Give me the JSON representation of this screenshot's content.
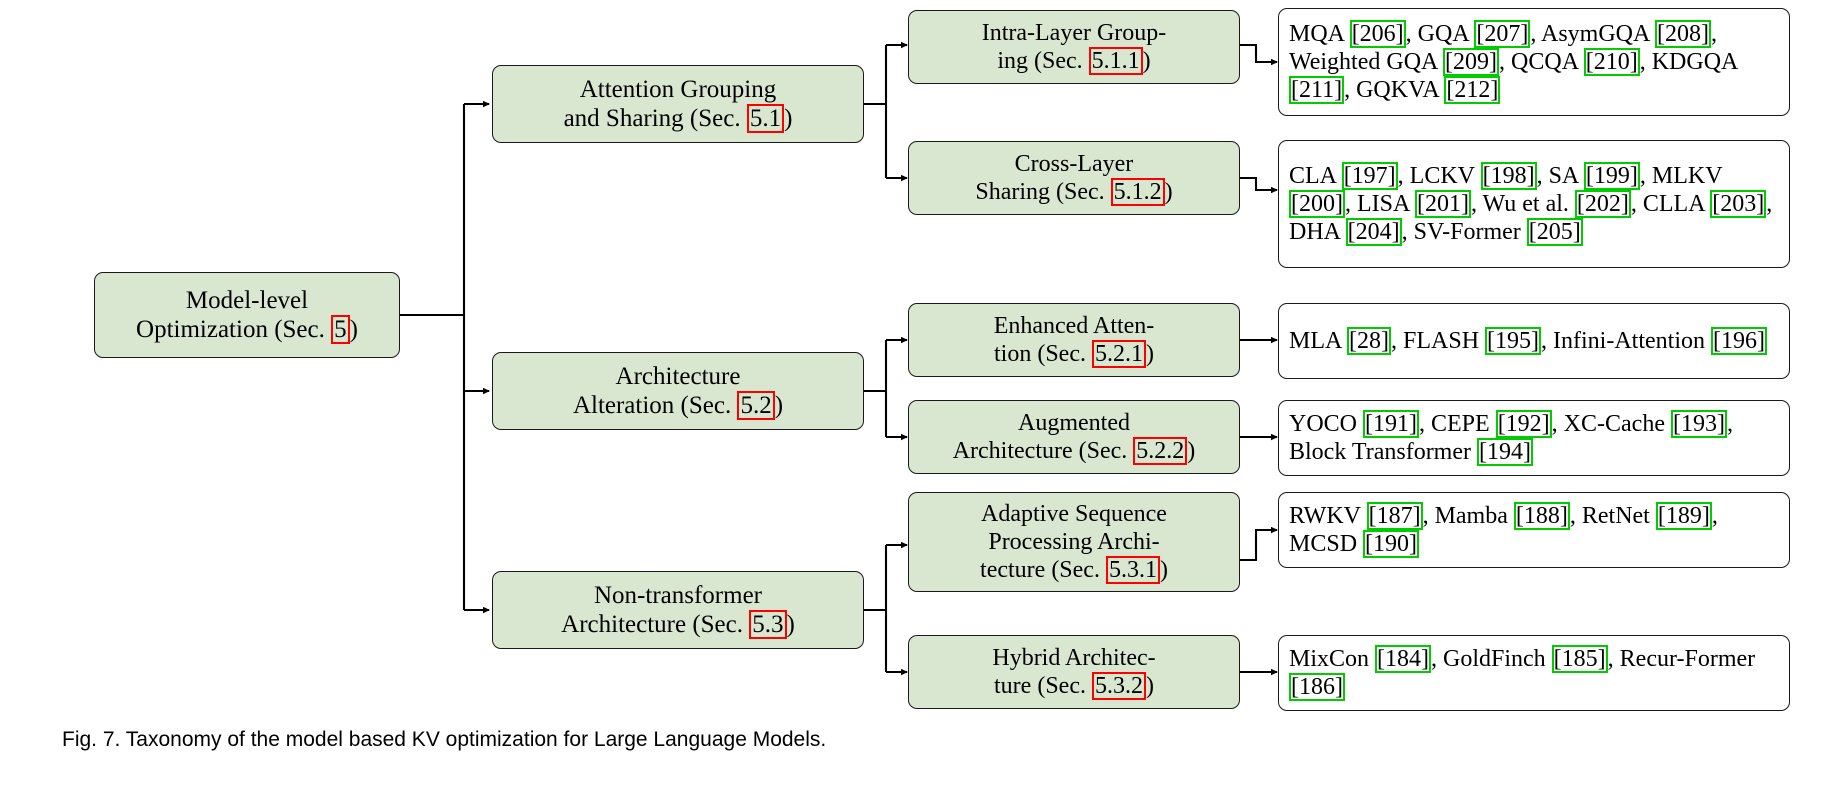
{
  "figure": {
    "caption": "Fig. 7. Taxonomy of the model based KV optimization for Large Language Models.",
    "colors": {
      "node_fill_green": "#d9e7d1",
      "node_fill_white": "#ffffff",
      "node_border": "#1a1a1a",
      "section_highlight": "#ff0000",
      "citation_highlight": "#00cc00",
      "background": "#ffffff"
    }
  },
  "root": {
    "line1": "Model-level",
    "line2_prefix": "Optimization (Sec. ",
    "section": "5",
    "line2_suffix": ")"
  },
  "branches": [
    {
      "id": "attention-grouping-and-sharing",
      "line1": "Attention Grouping",
      "line2_prefix": "and Sharing (Sec. ",
      "section": "5.1",
      "line2_suffix": ")",
      "children": [
        {
          "id": "intra-layer-grouping",
          "line1": "Intra-Layer Group-",
          "line2_prefix": "ing (Sec. ",
          "section": "5.1.1",
          "line2_suffix": ")",
          "leaf": {
            "id": "intra-layer-grouping-methods",
            "tokens": [
              {
                "t": "MQA ",
                "c": null
              },
              {
                "t": "[206]",
                "c": true
              },
              {
                "t": ", GQA ",
                "c": null
              },
              {
                "t": "[207]",
                "c": true
              },
              {
                "t": ", AsymGQA ",
                "c": null
              },
              {
                "t": "[208]",
                "c": true
              },
              {
                "t": ", Weighted GQA ",
                "c": null
              },
              {
                "t": "[209]",
                "c": true
              },
              {
                "t": ", QCQA ",
                "c": null
              },
              {
                "t": "[210]",
                "c": true
              },
              {
                "t": ", KDGQA ",
                "c": null
              },
              {
                "t": "[211]",
                "c": true
              },
              {
                "t": ", GQKVA ",
                "c": null
              },
              {
                "t": "[212]",
                "c": true
              }
            ]
          }
        },
        {
          "id": "cross-layer-sharing",
          "line1": "Cross-Layer",
          "line2_prefix": "Sharing (Sec. ",
          "section": "5.1.2",
          "line2_suffix": ")",
          "leaf": {
            "id": "cross-layer-sharing-methods",
            "tokens": [
              {
                "t": "CLA ",
                "c": null
              },
              {
                "t": "[197]",
                "c": true
              },
              {
                "t": ", LCKV ",
                "c": null
              },
              {
                "t": "[198]",
                "c": true
              },
              {
                "t": ", SA ",
                "c": null
              },
              {
                "t": "[199]",
                "c": true
              },
              {
                "t": ", MLKV ",
                "c": null
              },
              {
                "t": "[200]",
                "c": true
              },
              {
                "t": ", LISA ",
                "c": null
              },
              {
                "t": "[201]",
                "c": true
              },
              {
                "t": ", Wu et al. ",
                "c": null
              },
              {
                "t": "[202]",
                "c": true
              },
              {
                "t": ", CLLA ",
                "c": null
              },
              {
                "t": "[203]",
                "c": true
              },
              {
                "t": ", DHA ",
                "c": null
              },
              {
                "t": "[204]",
                "c": true
              },
              {
                "t": ", SV-Former ",
                "c": null
              },
              {
                "t": "[205]",
                "c": true
              }
            ]
          }
        }
      ]
    },
    {
      "id": "architecture-alteration",
      "line1": "Architecture",
      "line2_prefix": "Alteration (Sec. ",
      "section": "5.2",
      "line2_suffix": ")",
      "children": [
        {
          "id": "enhanced-attention",
          "line1": "Enhanced Atten-",
          "line2_prefix": "tion (Sec. ",
          "section": "5.2.1",
          "line2_suffix": ")",
          "leaf": {
            "id": "enhanced-attention-methods",
            "tokens": [
              {
                "t": "MLA ",
                "c": null
              },
              {
                "t": "[28]",
                "c": true
              },
              {
                "t": ", FLASH ",
                "c": null
              },
              {
                "t": "[195]",
                "c": true
              },
              {
                "t": ", Infini-Attention ",
                "c": null
              },
              {
                "t": "[196]",
                "c": true
              }
            ]
          }
        },
        {
          "id": "augmented-architecture",
          "line1": "Augmented",
          "line2_prefix": "Architecture (Sec. ",
          "section": "5.2.2",
          "line2_suffix": ")",
          "leaf": {
            "id": "augmented-architecture-methods",
            "tokens": [
              {
                "t": "YOCO ",
                "c": null
              },
              {
                "t": "[191]",
                "c": true
              },
              {
                "t": ", CEPE ",
                "c": null
              },
              {
                "t": "[192]",
                "c": true
              },
              {
                "t": ", XC-Cache ",
                "c": null
              },
              {
                "t": "[193]",
                "c": true
              },
              {
                "t": ", Block Transformer ",
                "c": null
              },
              {
                "t": "[194]",
                "c": true
              }
            ]
          }
        }
      ]
    },
    {
      "id": "non-transformer-architecture",
      "line1": "Non-transformer",
      "line2_prefix": "Architecture (Sec. ",
      "section": "5.3",
      "line2_suffix": ")",
      "children": [
        {
          "id": "adaptive-sequence-processing-architecture",
          "line1": "Adaptive Sequence",
          "line1b": "Processing Archi-",
          "line2_prefix": "tecture (Sec. ",
          "section": "5.3.1",
          "line2_suffix": ")",
          "leaf": {
            "id": "adaptive-sequence-processing-methods",
            "tokens": [
              {
                "t": "RWKV ",
                "c": null
              },
              {
                "t": "[187]",
                "c": true
              },
              {
                "t": ", Mamba ",
                "c": null
              },
              {
                "t": "[188]",
                "c": true
              },
              {
                "t": ", RetNet ",
                "c": null
              },
              {
                "t": "[189]",
                "c": true
              },
              {
                "t": ", MCSD ",
                "c": null
              },
              {
                "t": "[190]",
                "c": true
              }
            ]
          }
        },
        {
          "id": "hybrid-architecture",
          "line1": "Hybrid Architec-",
          "line2_prefix": "ture (Sec. ",
          "section": "5.3.2",
          "line2_suffix": ")",
          "leaf": {
            "id": "hybrid-architecture-methods",
            "tokens": [
              {
                "t": "MixCon ",
                "c": null
              },
              {
                "t": "[184]",
                "c": true
              },
              {
                "t": ", GoldFinch ",
                "c": null
              },
              {
                "t": "[185]",
                "c": true
              },
              {
                "t": ", Recur-Former ",
                "c": null
              },
              {
                "t": "[186]",
                "c": true
              }
            ]
          }
        }
      ]
    }
  ]
}
